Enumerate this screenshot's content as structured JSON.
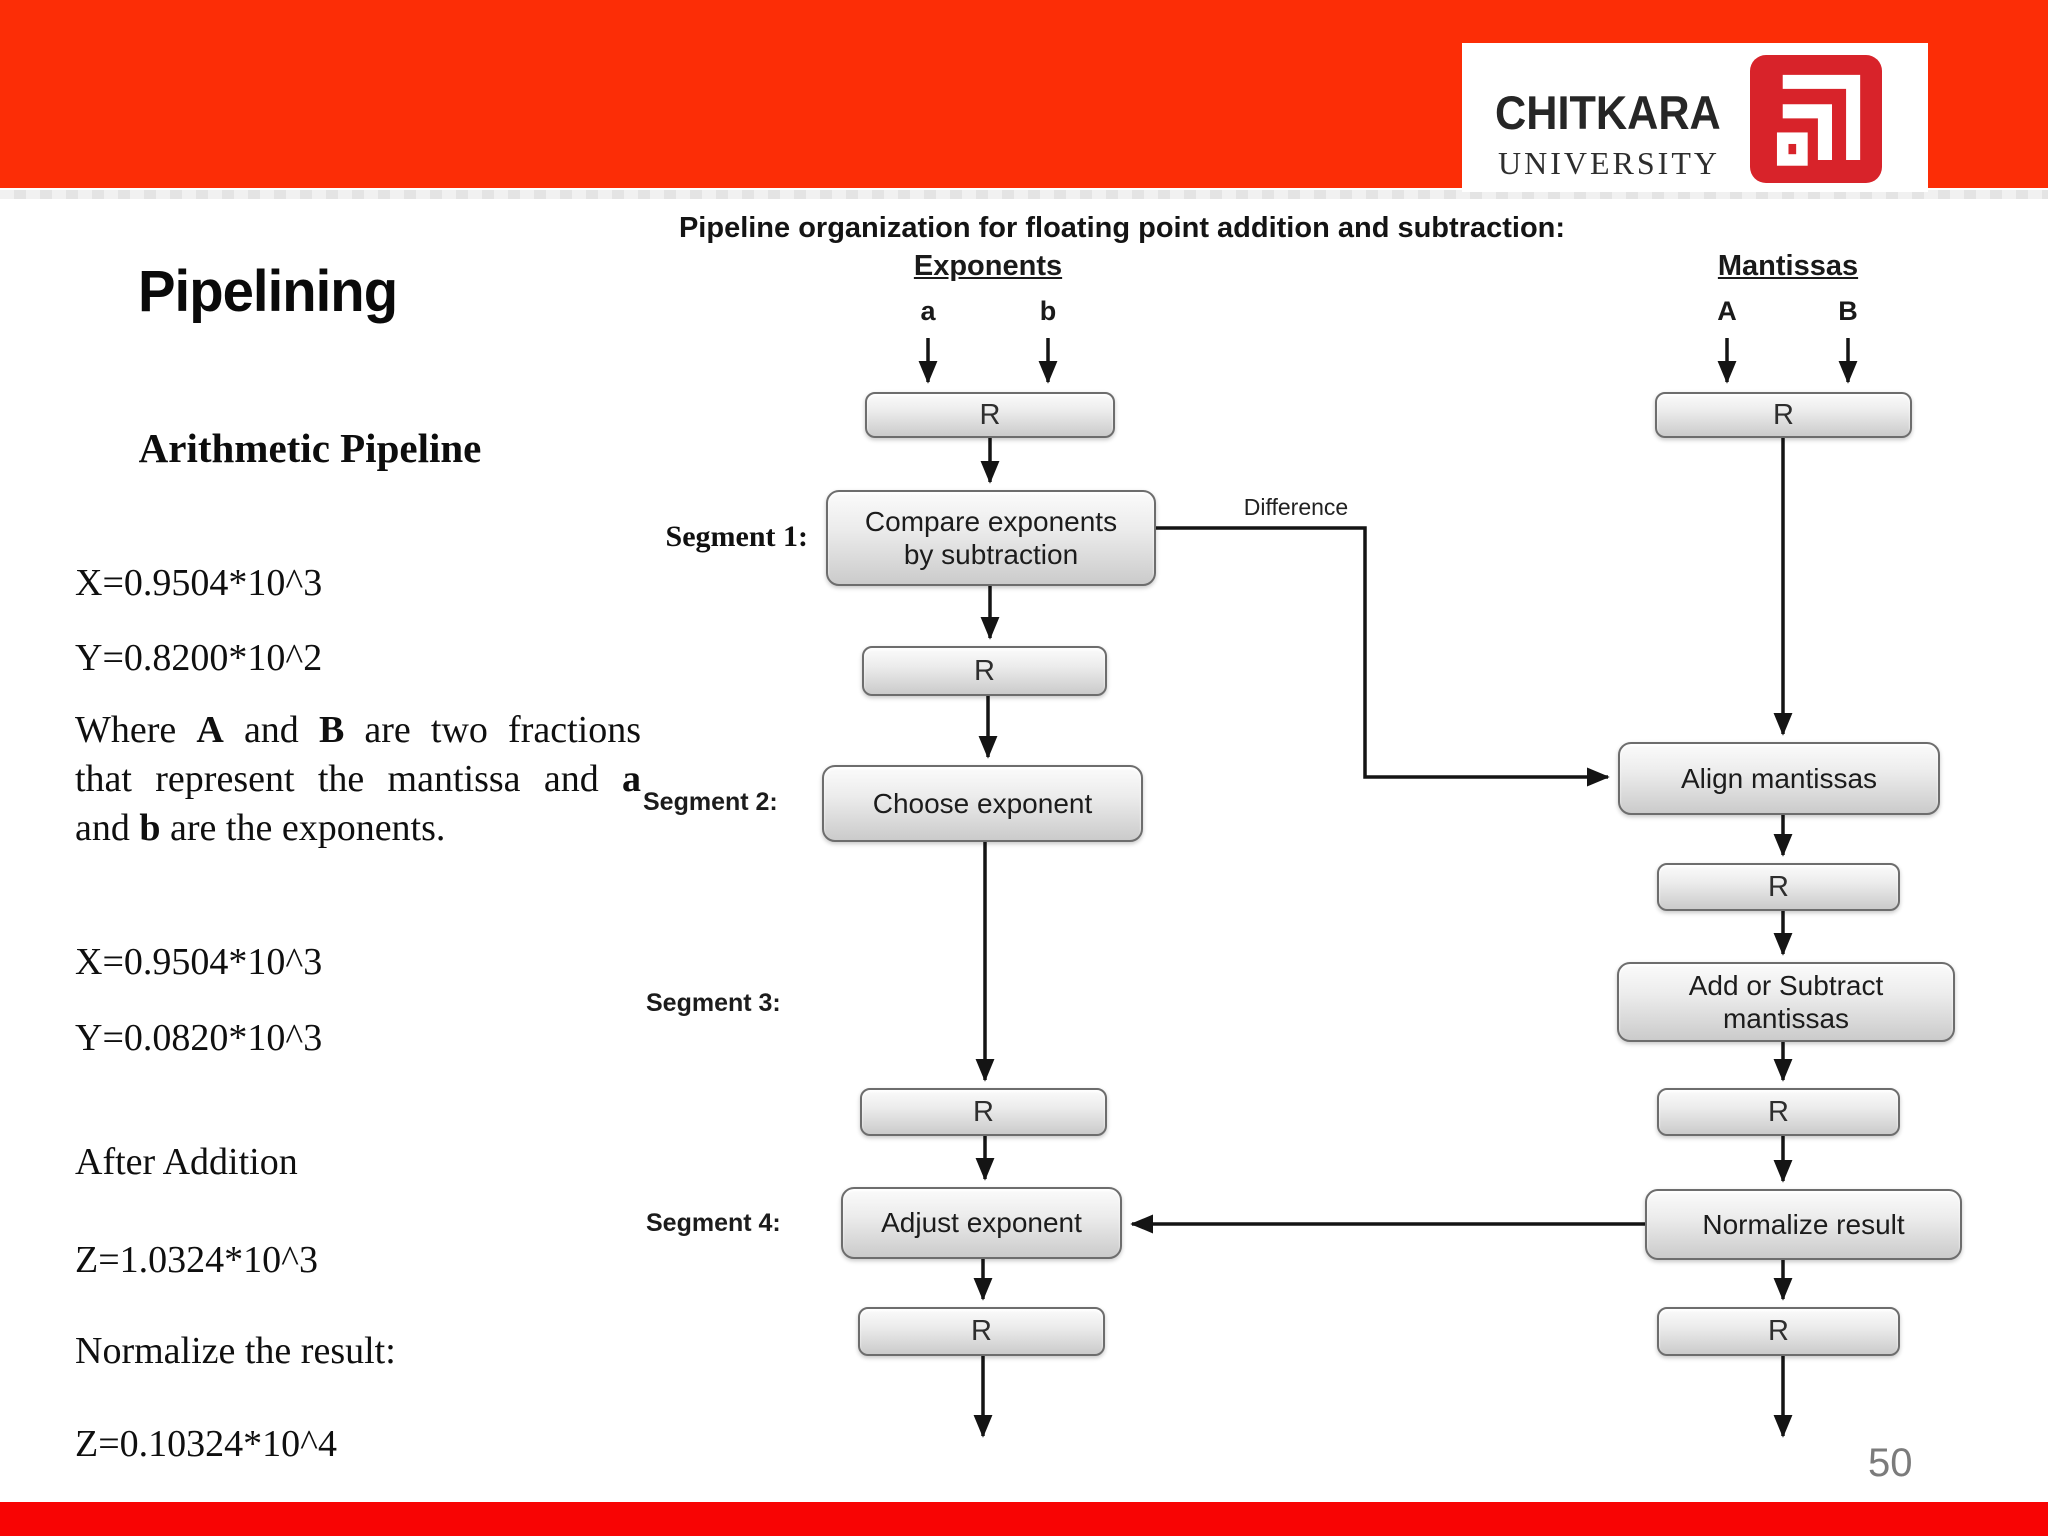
{
  "colors": {
    "top_bar": "#FC2D06",
    "bottom_bar": "#F80404",
    "logo_red": "#D8232A",
    "box_border": "#6d6d6d",
    "line_color": "#141414",
    "page_number_gray": "#7b7b7b"
  },
  "logo": {
    "name": "CHITKARA",
    "subtitle": "UNIVERSITY",
    "icon": "bar-chart-logo-icon"
  },
  "left_panel": {
    "title": "Pipelining",
    "heading": "Arithmetic Pipeline",
    "eq_x1": "X=0.9504*10^3",
    "eq_y1": "Y=0.8200*10^2",
    "paragraph": {
      "line1": [
        {
          "t": "Where ",
          "b": false
        },
        {
          "t": "A",
          "b": true
        },
        {
          "t": " and ",
          "b": false
        },
        {
          "t": "B",
          "b": true
        },
        {
          "t": " are two fractions",
          "b": false
        }
      ],
      "line2": [
        {
          "t": "that represent the mantissa and ",
          "b": false
        },
        {
          "t": "a",
          "b": true
        }
      ],
      "line3": [
        {
          "t": "and ",
          "b": false
        },
        {
          "t": "b",
          "b": true
        },
        {
          "t": " are the exponents.",
          "b": false
        }
      ]
    },
    "eq_x2": "X=0.9504*10^3",
    "eq_y2": "Y=0.0820*10^3",
    "after_addition": "After Addition",
    "eq_z1": "Z=1.0324*10^3",
    "normalize_label": "Normalize the result:",
    "eq_z2": "Z=0.10324*10^4"
  },
  "diagram": {
    "title": "Pipeline organization for floating point addition and subtraction:",
    "left_header": "Exponents",
    "right_header": "Mantissas",
    "inputs": {
      "a": "a",
      "b": "b",
      "A": "A",
      "B": "B"
    },
    "register_label": "R",
    "segment1": "Segment 1:",
    "segment2": "Segment 2:",
    "segment3": "Segment 3:",
    "segment4": "Segment 4:",
    "difference_label": "Difference",
    "boxes": {
      "compare": [
        "Compare exponents",
        "by subtraction"
      ],
      "choose": "Choose exponent",
      "align": "Align mantissas",
      "addsub": [
        "Add or Subtract",
        "mantissas"
      ],
      "adjust": "Adjust exponent",
      "normalize": "Normalize result"
    }
  },
  "footer": {
    "page_number": "50"
  }
}
